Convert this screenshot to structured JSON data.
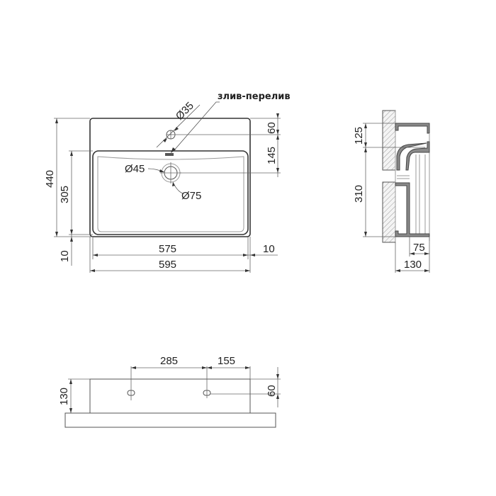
{
  "drawing": {
    "title": "Washbasin dimensional drawing",
    "units": "mm",
    "annotation_overflow": "злив-перелив"
  },
  "top_view": {
    "overall_width": "595",
    "bowl_width": "575",
    "side_margin_right": "10",
    "overall_depth": "440",
    "bowl_depth": "305",
    "front_margin": "10",
    "tap_hole_from_back": "60",
    "tap_to_drain": "145",
    "tap_hole_diameter": "Ø35",
    "drain_inner_diameter": "Ø45",
    "drain_outer_diameter": "Ø75"
  },
  "side_view": {
    "top_height": "125",
    "bowl_height": "310",
    "bottom_depth": "75",
    "total_depth": "130"
  },
  "front_view": {
    "height": "130",
    "hole_spacing": "285",
    "hole_to_edge": "155",
    "hole_height": "60"
  }
}
